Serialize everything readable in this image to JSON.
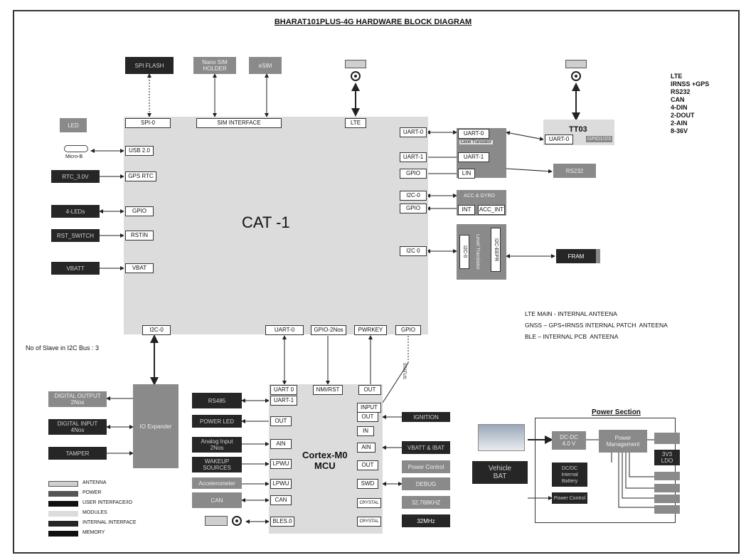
{
  "title": "BHARAT101PLUS-4G HARDWARE BLOCK DIAGRAM",
  "features": [
    "LTE",
    "IRNSS +GPS",
    "RS232",
    "CAN",
    "4-DIN",
    "2-DOUT",
    "2-AIN",
    "8-36V"
  ],
  "cat1": {
    "label": "CAT -1",
    "top_pins": [
      "SPI-0",
      "SIM INTERFACE",
      "LTE"
    ],
    "left_pins": [
      "USB 2.0",
      "GPS RTC",
      "GPIO",
      "RSTIN",
      "VBAT"
    ],
    "right_pins": [
      "UART-0",
      "UART-1",
      "GPIO",
      "I2C-0",
      "GPIO",
      "I2C 0"
    ],
    "bottom_pins": [
      "I2C-0",
      "UART-0",
      "GPIO-2Nos",
      "PWRKEY",
      "GPIO"
    ]
  },
  "top_blocks": [
    "SPI FLASH",
    "Nano SIM\nHOLDER",
    "eSIM"
  ],
  "left_blocks": [
    "Micro-B",
    "RTC_3.0V",
    "4-LEDs",
    "RST_SWITCH",
    "VBATT"
  ],
  "led_label": "LED",
  "tt03": {
    "label": "TT03",
    "pins": [
      "UART-0",
      "GPIO1/2/3"
    ],
    "translator_pins": [
      "UART-0",
      "UART-1",
      "LIN"
    ],
    "translator_label": "Level Translator",
    "rs232": "RS232"
  },
  "accel": {
    "label": "ACC & GYRO",
    "pins": [
      "INT",
      "ACC_INT"
    ]
  },
  "eeprom_block": {
    "left": "I2C-0",
    "mid": "Level Translator",
    "right": "I2C-EEPR"
  },
  "fram": "FRAM",
  "antenna_notes": [
    "LTE MAIN - INTERNAL ANTEENA",
    "GNSS – GPS+IRNSS INTERNAL PATCH  ANTEENA",
    "BLE – INTERNAL PCB  ANTEENA"
  ],
  "slave_note": "No of Slave in I2C Bus : 3",
  "i2c_exp": {
    "label": "IO Expander",
    "left_blocks": [
      "DIGITAL OUTPUT\n2Nos",
      "DIGITAL INPUT\n4Nos",
      "TAMPER"
    ]
  },
  "mcu": {
    "label": "Cortex-M0\nMCU",
    "top_pins": [
      "UART 0",
      "NMI/RST",
      "OUT"
    ],
    "left_pins": [
      "UART-1",
      "OUT",
      "AIN",
      "LPWU",
      "LPWU",
      "CAN",
      "BLES.0"
    ],
    "right_pins": [
      "INPUT",
      "OUT",
      "IN",
      "AIN",
      "OUT",
      "SWD",
      "CRYSTAL",
      "CRYSTAL"
    ],
    "status_label": "STATUS"
  },
  "mcu_left_blocks": [
    "RS485",
    "POWER LED",
    "Analog Input\n2Nos",
    "WAKEUP\nSOURCES",
    "Accelerometer",
    "CAN"
  ],
  "mcu_right_blocks": [
    "IGNITION",
    "VBATT & IBAT",
    "Power Control",
    "DEBUG",
    "32.768KHZ",
    "32MHz"
  ],
  "legend": [
    "ANTENNA",
    "POWER",
    "USER INTERFACE/IO",
    "MODULES",
    "INTERNAL INTERFACE",
    "MEMORY"
  ],
  "power": {
    "title": "Power Section",
    "vehicle": "Vehicle\nBAT",
    "blocks": [
      "DC-DC\n4.0 V",
      "Power\nManagement",
      "3V3\nLDO",
      "DC/DC\nInternal\nBattery",
      "Power Control"
    ],
    "outputs": [
      "",
      "",
      "",
      "",
      "",
      ""
    ]
  },
  "colors": {
    "module": "#dcdcdc",
    "dark": "#262626",
    "memory": "#111111",
    "power": "#8a8a8a"
  }
}
